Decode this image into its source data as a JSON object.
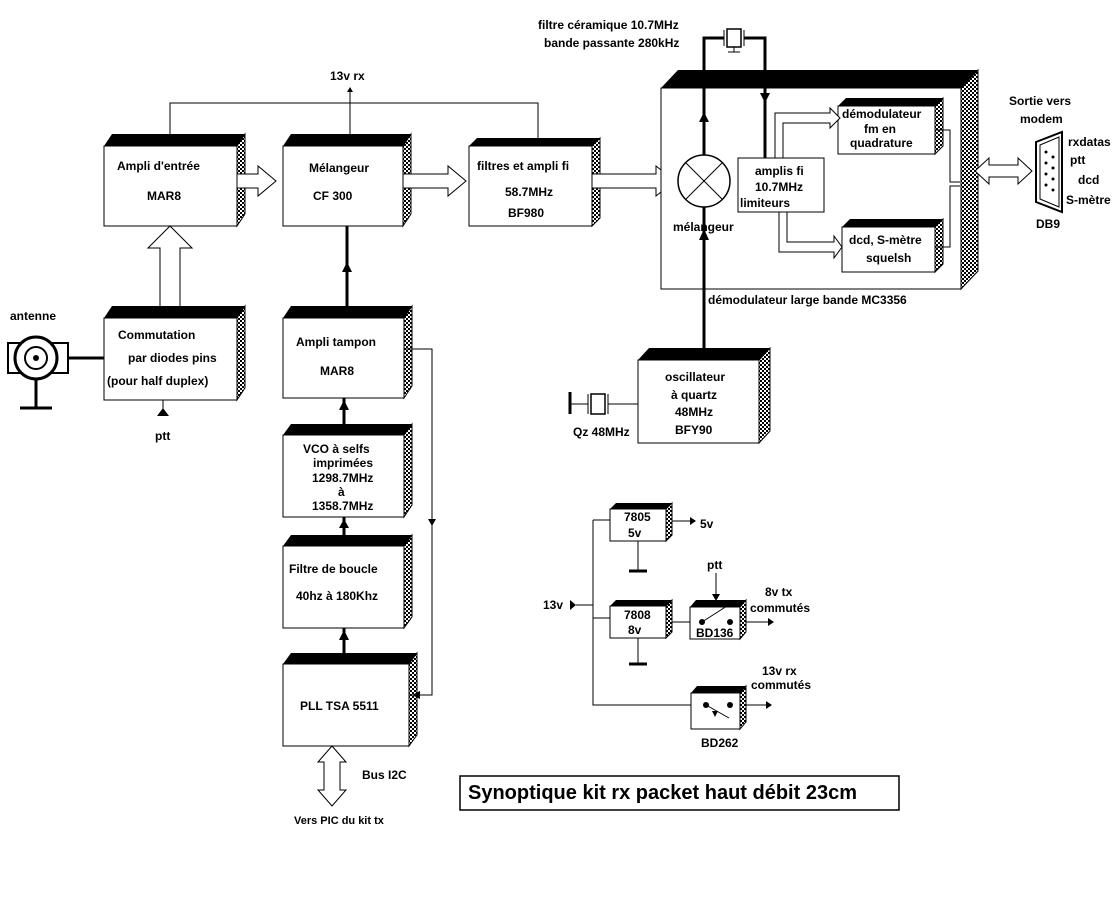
{
  "title": "Synoptique kit rx packet haut débit 23cm",
  "supply_top": "13v rx",
  "ceramic_filter": [
    "filtre céramique 10.7MHz",
    "bande passante 280kHz"
  ],
  "blocks": {
    "ampli_entree": [
      "Ampli d'entrée",
      "MAR8"
    ],
    "melangeur": [
      "Mélangeur",
      "CF 300"
    ],
    "filtres_fi": [
      "filtres et ampli fi",
      "58.7MHz",
      "BF980"
    ],
    "commutation": [
      "Commutation",
      "par diodes pins",
      "(pour half duplex)"
    ],
    "ampli_tampon": [
      "Ampli tampon",
      "MAR8"
    ],
    "vco": [
      "VCO à selfs",
      "imprimées",
      "1298.7MHz",
      "à",
      "1358.7MHz"
    ],
    "filtre_boucle": [
      "Filtre de boucle",
      "40hz à 180Khz"
    ],
    "pll": [
      "PLL TSA 5511"
    ],
    "oscillateur": [
      "oscillateur",
      "à quartz",
      "48MHz",
      "BFY90"
    ],
    "demod_fm": [
      "démodulateur",
      "fm en",
      "quadrature"
    ],
    "amplis_fi": [
      "amplis fi",
      "10.7MHz",
      "limiteurs"
    ],
    "dcd_box": [
      "dcd, S-mètre",
      "squelsh"
    ]
  },
  "labels": {
    "antenne": "antenne",
    "ptt": "ptt",
    "melangeur_ic": "mélangeur",
    "demod_large_bande": "démodulateur large bande  MC3356",
    "sortie": [
      "Sortie vers",
      "modem"
    ],
    "db9": "DB9",
    "db9_signals": [
      "rxdatas",
      "ptt",
      "dcd",
      "S-mètre"
    ],
    "qz": "Qz 48MHz",
    "bus": "Bus I2C",
    "vers_pic": "Vers PIC du kit tx"
  },
  "power": {
    "in": "13v",
    "reg1": [
      "7805",
      "5v"
    ],
    "out1": "5v",
    "reg2": [
      "7808",
      "8v"
    ],
    "ptt": "ptt",
    "out2": [
      "8v  tx",
      "commutés"
    ],
    "bd136": "BD136",
    "out3": [
      "13v rx",
      "commutés"
    ],
    "bd262": "BD262"
  }
}
